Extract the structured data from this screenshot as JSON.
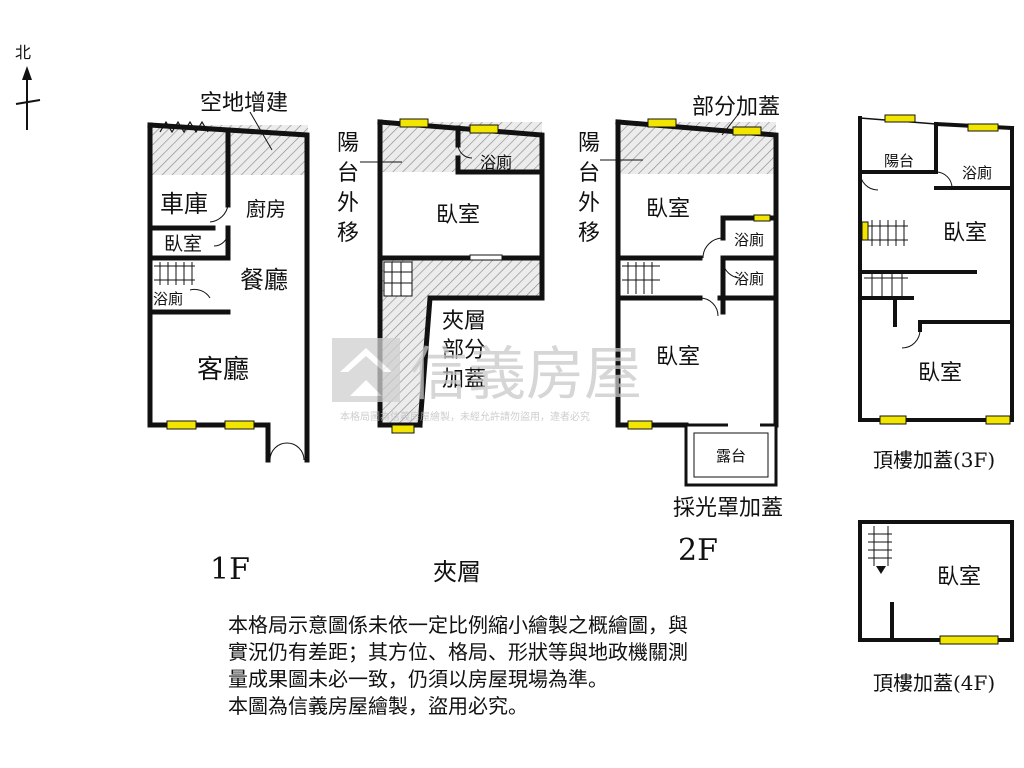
{
  "compass": {
    "label": "北"
  },
  "floor_1f": {
    "caption": "1F",
    "extension_label": "空地增建",
    "rooms": {
      "garage": "車庫",
      "kitchen": "廚房",
      "bedroom": "臥室",
      "dining": "餐廳",
      "bathroom": "浴廁",
      "living": "客廳"
    }
  },
  "mezzanine": {
    "caption": "夾層",
    "balcony_note": [
      "陽",
      "台",
      "外",
      "移"
    ],
    "partial_note": [
      "夾層",
      "部分",
      "加蓋"
    ],
    "rooms": {
      "bathroom": "浴廁",
      "bedroom": "臥室"
    }
  },
  "floor_2f": {
    "caption": "2F",
    "top_note": "部分加蓋",
    "balcony_note": [
      "陽",
      "台",
      "外",
      "移"
    ],
    "rooms": {
      "bedroom_top": "臥室",
      "bath_1": "浴廁",
      "bath_2": "浴廁",
      "bedroom_bottom": "臥室",
      "terrace": "露台"
    },
    "skylight_note": "採光罩加蓋"
  },
  "rooftop_3f": {
    "caption": "頂樓加蓋(3F)",
    "rooms": {
      "balcony": "陽台",
      "bathroom": "浴廁",
      "bedroom_1": "臥室",
      "bedroom_2": "臥室"
    }
  },
  "rooftop_4f": {
    "caption": "頂樓加蓋(4F)",
    "rooms": {
      "bedroom": "臥室"
    }
  },
  "watermark": {
    "brand": "信義房屋",
    "tagline": "本格局圖為信義房屋繪製，未經允許請勿盜用，違者必究"
  },
  "disclaimer": [
    "本格局示意圖係未依一定比例縮小繪製之概繪圖，與",
    "實況仍有差距；其方位、格局、形狀等與地政機關測",
    "量成果圖未必一致，仍須以房屋現場為準。",
    "本圖為信義房屋繪製，盜用必究。"
  ],
  "colors": {
    "wall": "#111111",
    "window": "#f2e600",
    "hatch": "#9a9a9a",
    "watermark": "#cfcfcf"
  }
}
